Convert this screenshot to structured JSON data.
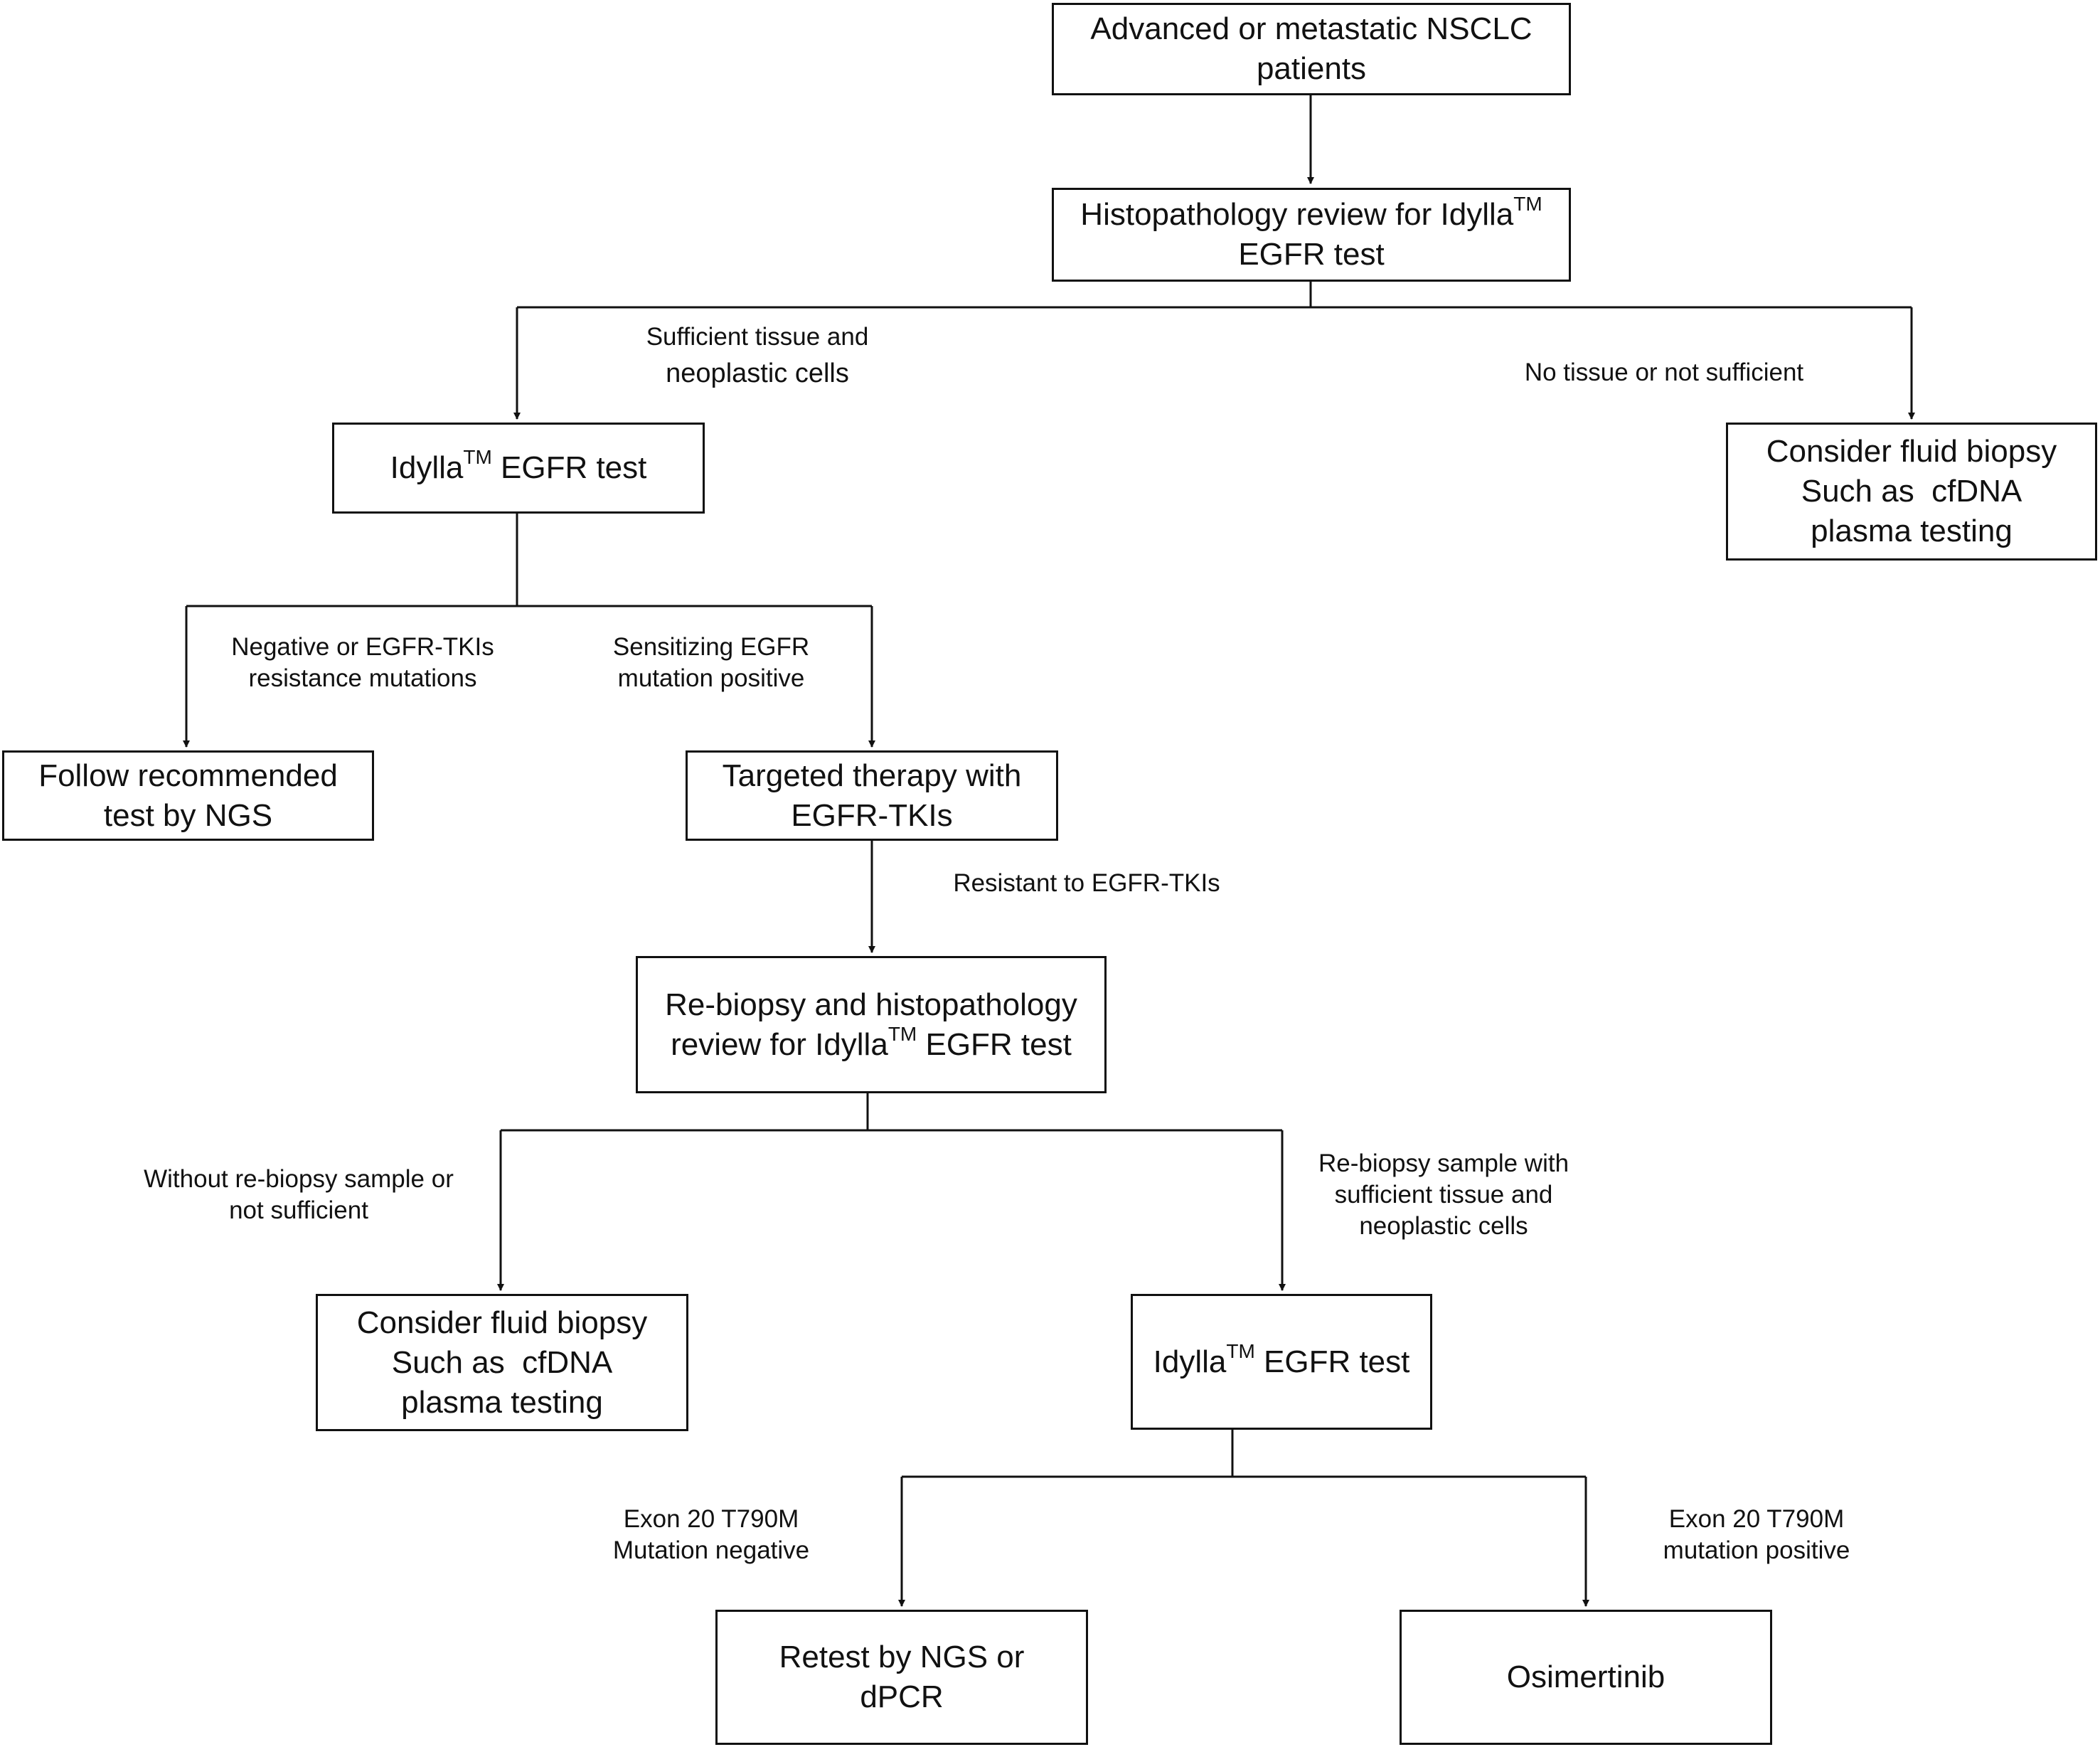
{
  "boxes": {
    "start": {
      "line1": "Advanced or metastatic NSCLC",
      "line2": "patients"
    },
    "histo_review": {
      "line1_pre": "Histopathology review for Idylla",
      "tm": "TM",
      "line2": "EGFR test"
    },
    "idylla_test_1": {
      "pre": "Idylla",
      "tm": "TM",
      "post": " EGFR test"
    },
    "fluid_biopsy_1": {
      "line1": "Consider fluid biopsy",
      "line2": "Such as  cfDNA",
      "line3": "plasma testing"
    },
    "follow_ngs": {
      "line1": "Follow recommended",
      "line2": "test by NGS"
    },
    "targeted_therapy": {
      "line1": "Targeted therapy with",
      "line2": "EGFR-TKIs"
    },
    "rebiopsy": {
      "line1": "Re-biopsy and histopathology",
      "line2_pre": "review for Idylla",
      "tm": "TM",
      "line2_post": " EGFR test"
    },
    "fluid_biopsy_2": {
      "line1": "Consider fluid biopsy",
      "line2": "Such as  cfDNA",
      "line3": "plasma testing"
    },
    "idylla_test_2": {
      "pre": "Idylla",
      "tm": "TM",
      "post": " EGFR test"
    },
    "retest": {
      "line1": "Retest by NGS or",
      "line2": "dPCR"
    },
    "osimertinib": {
      "line1": "Osimertinib"
    }
  },
  "edge_labels": {
    "sufficient_tissue": {
      "line1": "Sufficient tissue and",
      "line2": "neoplastic cells"
    },
    "no_tissue": {
      "line1": "No tissue or not sufficient"
    },
    "negative_resistance": {
      "line1": "Negative or EGFR-TKIs",
      "line2": "resistance mutations"
    },
    "sensitizing": {
      "line1": "Sensitizing EGFR",
      "line2": "mutation positive"
    },
    "resistant": {
      "line1": "Resistant to EGFR-TKIs"
    },
    "without_rebiopsy": {
      "line1": "Without re-biopsy sample or",
      "line2": "not sufficient"
    },
    "rebiopsy_sufficient": {
      "line1": "Re-biopsy sample with",
      "line2": "sufficient tissue and",
      "line3": "neoplastic cells"
    },
    "t790m_negative": {
      "line1": "Exon 20 T790M",
      "line2": "Mutation negative"
    },
    "t790m_positive": {
      "line1": "Exon 20 T790M",
      "line2": "mutation positive"
    }
  },
  "colors": {
    "stroke": "#111111",
    "background": "#ffffff"
  }
}
